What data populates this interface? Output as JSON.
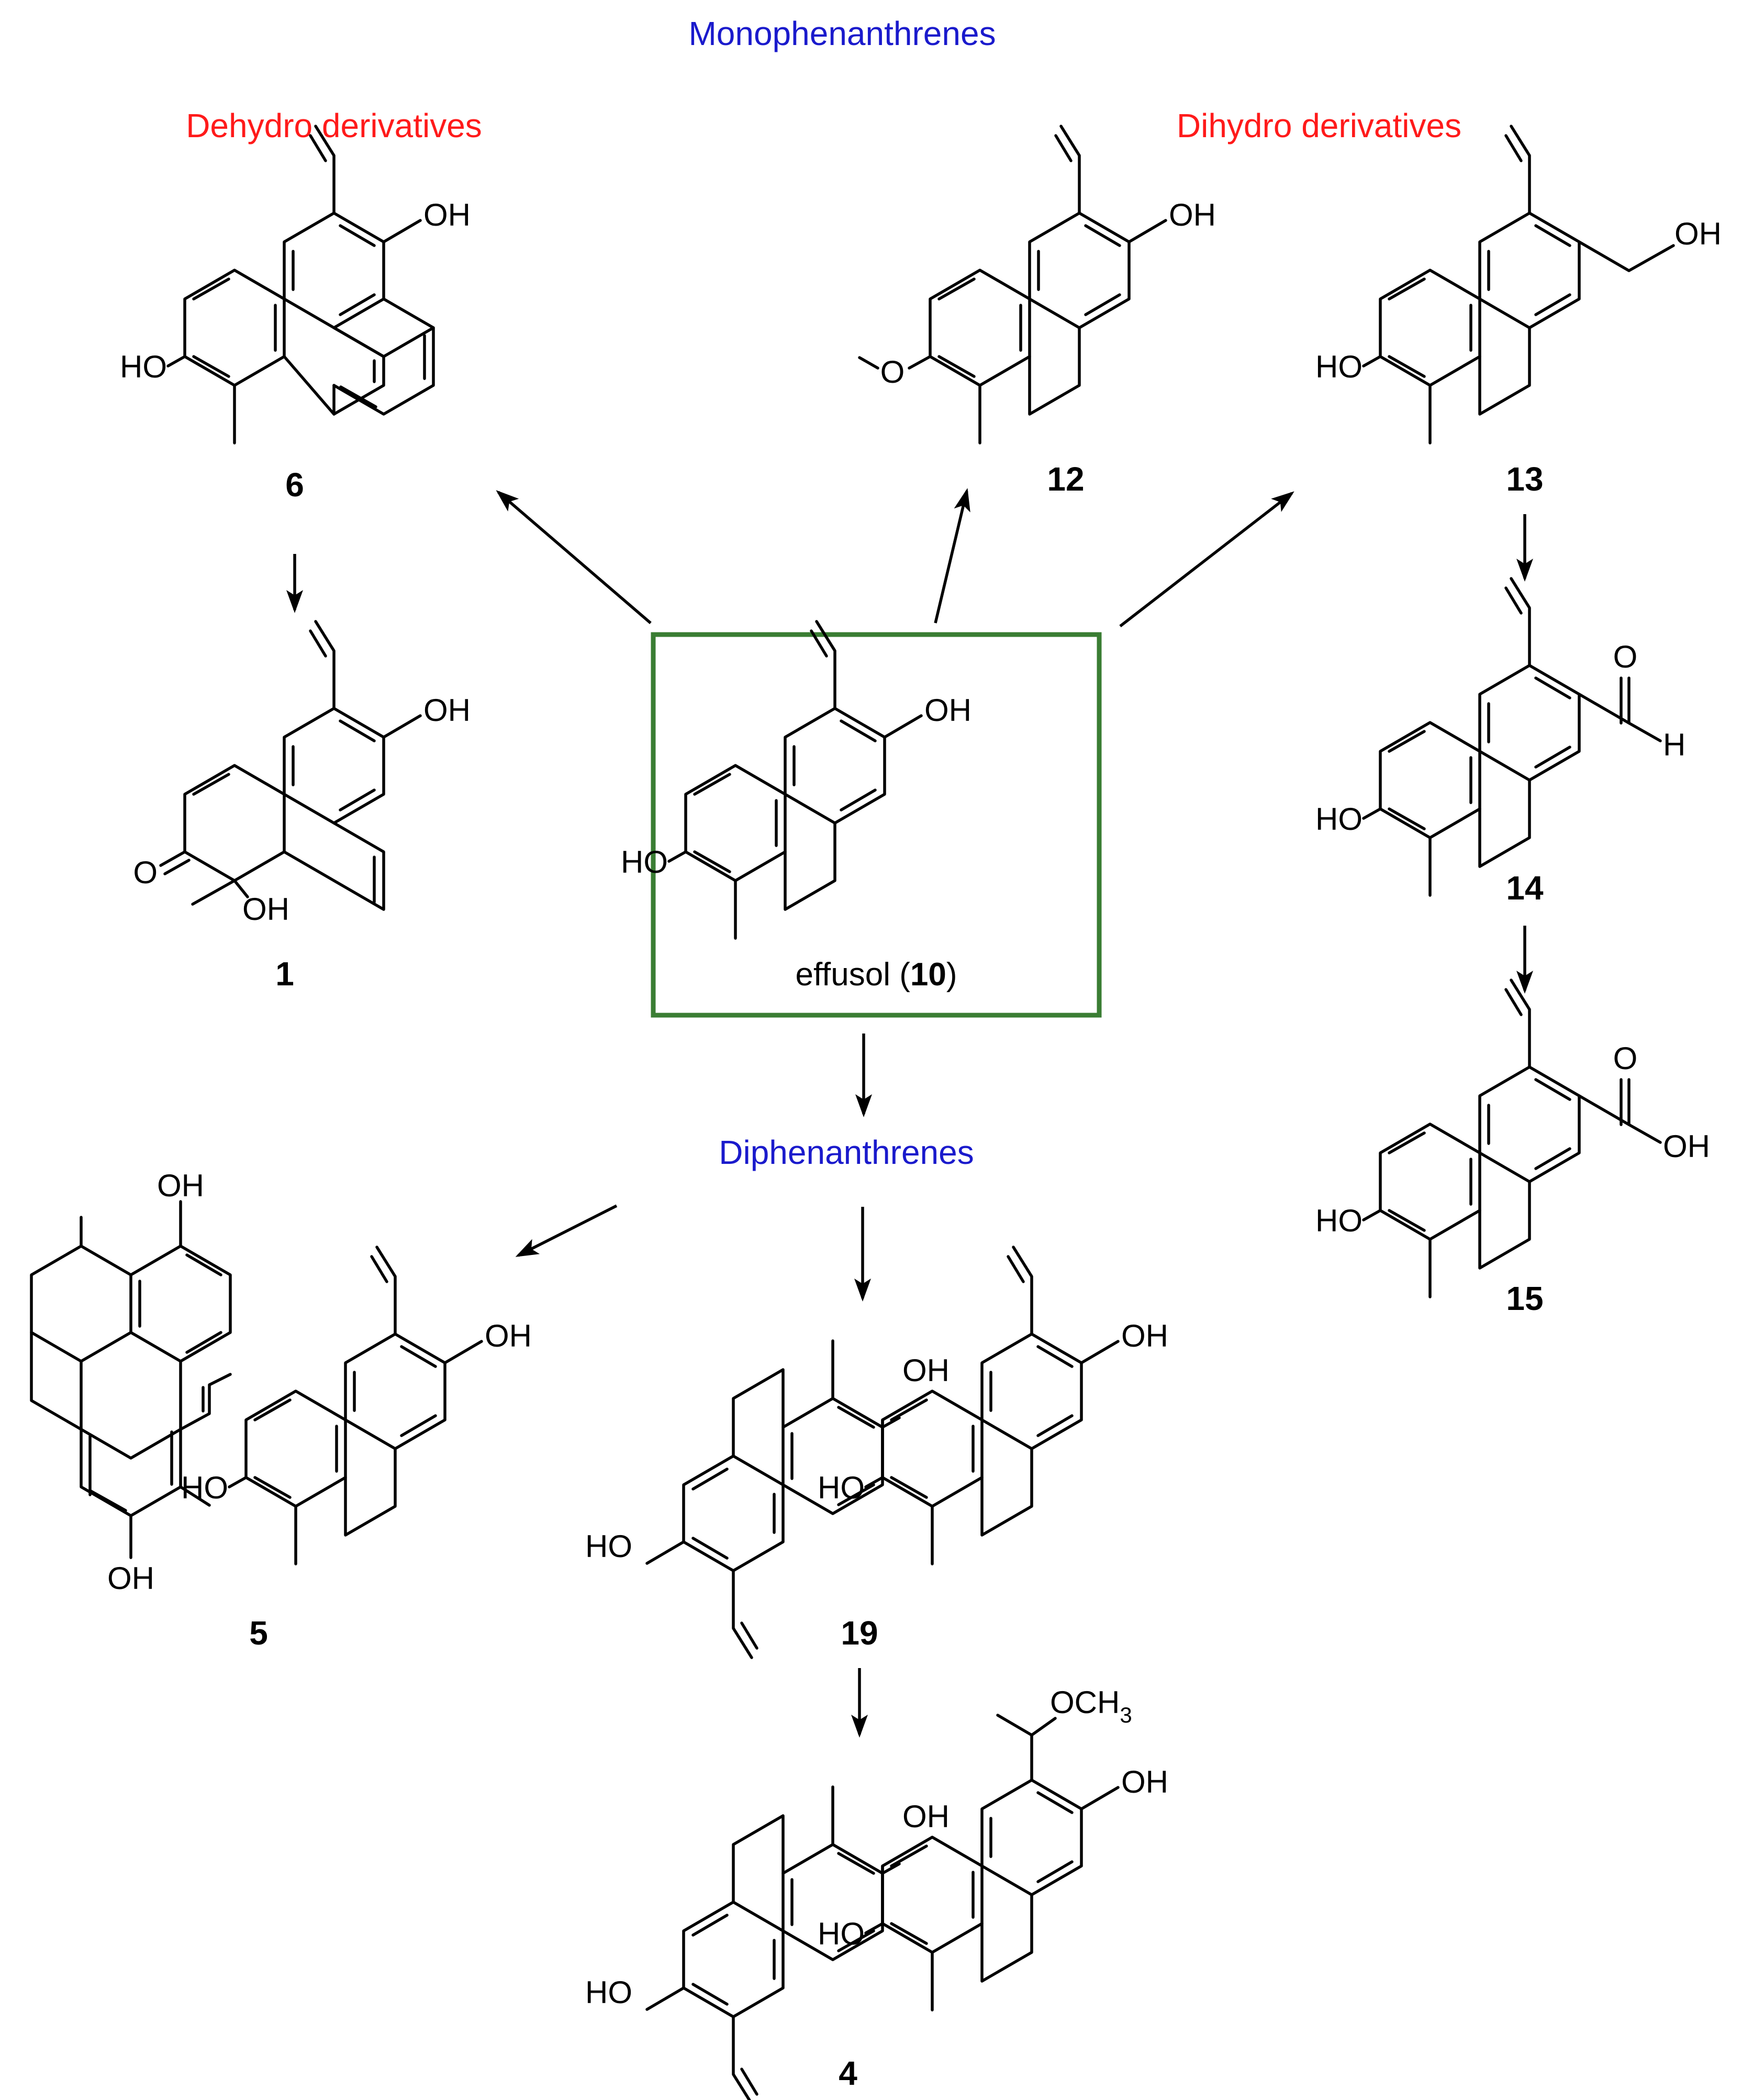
{
  "headings": {
    "monophenanthrenes": "Monophenanthrenes",
    "dehydro": "Dehydro derivatives",
    "dihydro": "Dihydro derivatives",
    "diphenanthrenes": "Diphenanthrenes"
  },
  "colors": {
    "class_heading": "#1a1acc",
    "derivative_heading": "#ff1a1a",
    "center_box_border": "#3a7d33"
  },
  "atoms": {
    "oh": "OH",
    "ho": "HO",
    "o": "O",
    "h": "H",
    "och3_main": "OCH",
    "och3_sub": "3"
  },
  "compounds": {
    "c6": "6",
    "c1": "1",
    "c12": "12",
    "c13": "13",
    "c14": "14",
    "c15": "15",
    "c5": "5",
    "c19": "19",
    "c4": "4",
    "effusol_name": "effusol (",
    "effusol_num": "10",
    "effusol_close": ")"
  }
}
